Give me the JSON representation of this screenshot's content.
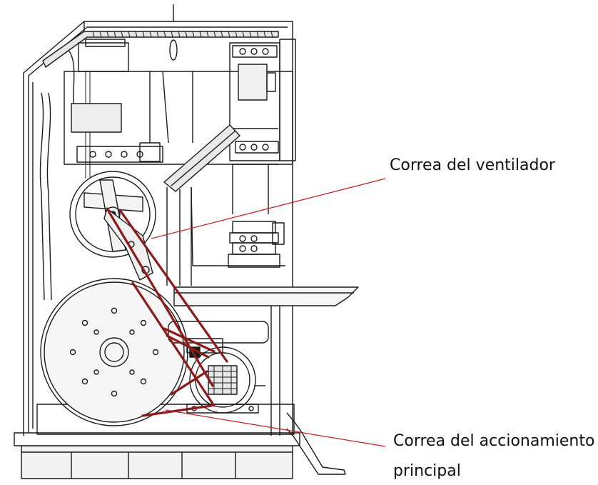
{
  "callouts": {
    "fan_belt": "Correa del ventilador",
    "main_belt_line1": "Correa del accionamiento",
    "main_belt_line2": "principal"
  },
  "colors": {
    "line_art": "#1a1a1a",
    "belt": "#8b1a1a",
    "leader": "#c0262b",
    "background": "#ffffff"
  }
}
